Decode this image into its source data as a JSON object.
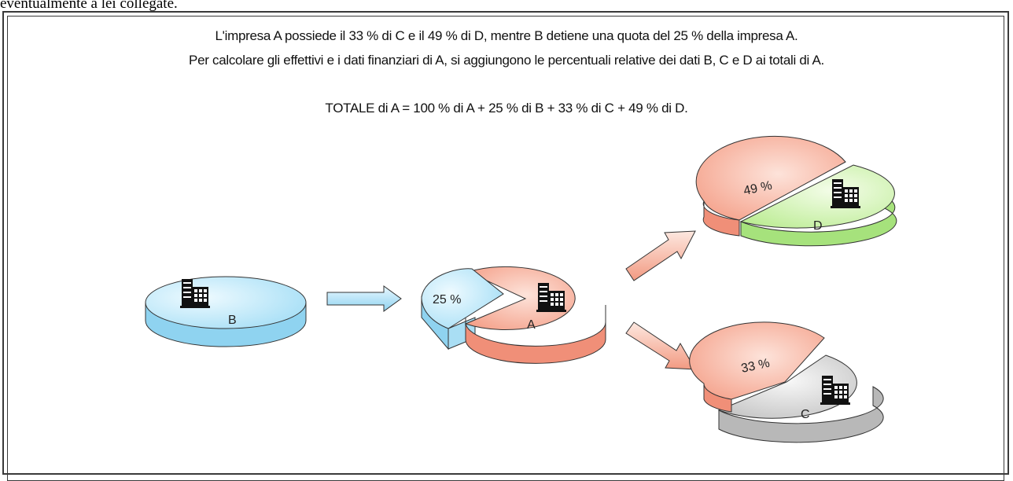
{
  "header_fragment": "eventualmente a lei collegate.",
  "caption": {
    "line1": "L'impresa A possiede il 33 % di C e il 49 % di D, mentre B detiene una quota del 25 % della impresa A.",
    "line2": "Per calcolare gli effettivi e i dati finanziari di A, si aggiungono le percentuali relative dei dati B, C e D ai totali di A.",
    "formula": "TOTALE di A = 100 % di A + 25 % di B + 33 % di C + 49 % di D."
  },
  "companies": {
    "A": {
      "label": "A",
      "share_label": "25 %",
      "share": 25
    },
    "B": {
      "label": "B"
    },
    "C": {
      "label": "C",
      "share_label": "33 %",
      "share": 33
    },
    "D": {
      "label": "D",
      "share_label": "49 %",
      "share": 49
    }
  },
  "colors": {
    "blue_top": "#c4ecfb",
    "blue_side": "#8fd3f0",
    "red_top": "#f9b8a8",
    "red_side": "#f08f78",
    "green_top": "#d6f5b8",
    "green_side": "#a6e27c",
    "gray_top": "#e0e0e0",
    "gray_side": "#b8b8b8",
    "stroke": "#333333"
  }
}
